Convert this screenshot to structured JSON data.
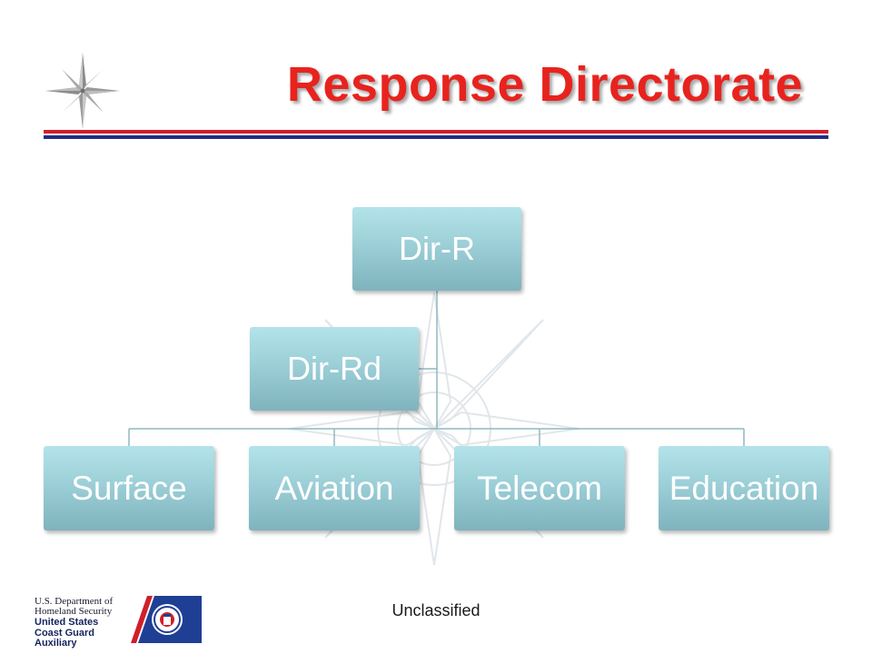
{
  "slide": {
    "title": "Response Directorate",
    "footer_label": "Unclassified"
  },
  "agency": {
    "line1": "U.S. Department of",
    "line2": "Homeland Security",
    "line3": "United States",
    "line4": "Coast Guard",
    "line5": "Auxiliary"
  },
  "org_chart": {
    "top": "Dir-R",
    "assistant": "Dir-Rd",
    "children": [
      "Surface",
      "Aviation",
      "Telecom",
      "Education"
    ]
  },
  "colors": {
    "title_red": "#e8231e",
    "rule_red": "#cf1f2a",
    "rule_blue": "#1f2f8a",
    "box_teal": "#9ccfd7",
    "connector": "#8fb8c0"
  },
  "icons": [
    "compass-rose-icon",
    "compass-watermark-icon",
    "coast-guard-emblem-icon"
  ]
}
